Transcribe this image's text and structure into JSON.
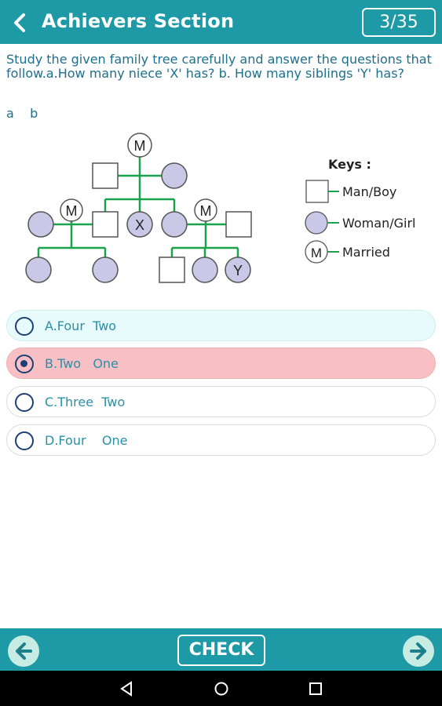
{
  "header": {
    "title": "Achievers Section",
    "counter": "3/35"
  },
  "question": {
    "text": "Study the given family tree carefully and answer the questions that follow.a.How many niece 'X' has? b. How many siblings 'Y' has?",
    "sub": "a    b"
  },
  "diagram": {
    "married_symbol": "M",
    "x_label": "X",
    "y_label": "Y",
    "keys_title": "Keys :",
    "key_man": "Man/Boy",
    "key_woman": "Woman/Girl",
    "key_married": "Married",
    "colors": {
      "line": "#1aa34a",
      "woman_fill": "#c9c8e6",
      "stroke": "#555555"
    }
  },
  "options": [
    {
      "label": "A.Four  Two",
      "selected": false
    },
    {
      "label": "B.Two   One",
      "selected": true
    },
    {
      "label": "C.Three  Two",
      "selected": false
    },
    {
      "label": "D.Four    One",
      "selected": false
    }
  ],
  "footer": {
    "check_label": "CHECK",
    "prev_icon": "arrow-left-icon",
    "next_icon": "arrow-right-icon"
  },
  "system_nav": {
    "back_icon": "triangle-back-icon",
    "home_icon": "circle-home-icon",
    "recents_icon": "square-recents-icon"
  },
  "colors": {
    "primary": "#1e9aa6",
    "selected_option": "#f8c0c4",
    "highlight_option": "#e7fbfc",
    "text": "#1f6f8b",
    "radio": "#1d3f73"
  }
}
